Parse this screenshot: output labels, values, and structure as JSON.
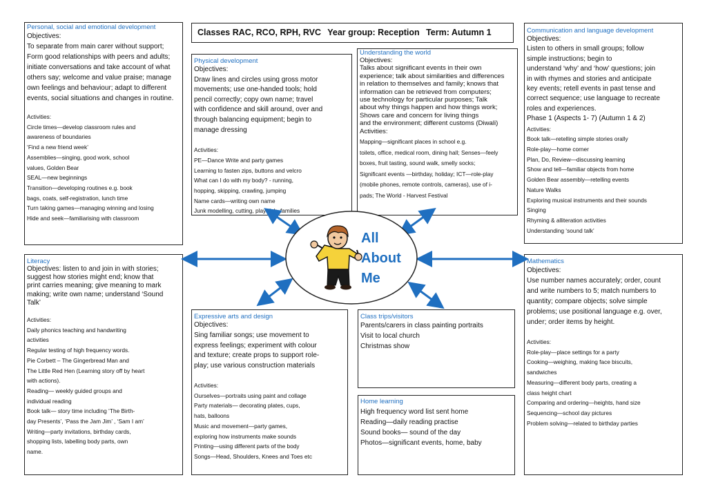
{
  "header": {
    "classes": "Classes RAC, RCO, RPH, RVC",
    "year_group": "Year group: Reception",
    "term": "Term: Autumn 1"
  },
  "center": {
    "title_lines": [
      "All",
      "About",
      "Me"
    ],
    "image": "child-figure-icon"
  },
  "colors": {
    "heading": "#1f6fc0",
    "title_text": "#1f6fc0",
    "arrow": "#1f6fc0",
    "border": "#222222"
  },
  "psed": {
    "heading": "Personal, social and emotional development",
    "objectives_label": "Objectives:",
    "objectives_lines": [
      "To separate from main carer without support;",
      "Form good relationships with peers and adults;",
      "initiate conversations and take account of what",
      "others say; welcome and value praise; manage",
      "own feelings and behaviour; adapt to different",
      "events, social situations and changes in routine."
    ],
    "activities_label": "Activities:",
    "activities_lines": [
      "Circle times—develop classroom rules and",
      "awareness of boundaries",
      "‘Find a new friend week’",
      "Assemblies—singing, good work, school",
      "values, Golden Bear",
      "SEAL—new beginnings",
      "Transition—developing routines e.g. book",
      "bags, coats, self-registration, lunch time",
      "Turn taking games—managing winning and losing",
      " Hide and seek—familiarising with classroom"
    ]
  },
  "physical": {
    "heading": "Physical development",
    "objectives_label": "Objectives:",
    "objectives_lines": [
      "Draw lines and circles using gross motor",
      "movements; use one-handed tools; hold",
      "pencil correctly; copy own name; travel",
      "with confidence and skill around, over and",
      "through balancing equipment; begin to",
      "manage dressing"
    ],
    "activities_label": "Activities:",
    "activities_lines": [
      "PE—Dance Write and party games",
      "Learning to fasten zips, buttons and velcro",
      "What can I do with my body? - running,",
      "hopping, skipping, crawling, jumping",
      "Name cards—writing own name",
      "Junk modelling, cutting, play doh, families"
    ]
  },
  "understanding": {
    "heading": "Understanding the world",
    "objectives_label": "Objectives:",
    "objectives_lines": [
      "Talks about significant events in their own",
      "experience; talk about similarities and differences",
      "in relation to themselves and family; knows that",
      "information can be retrieved from computers;",
      "use technology for particular purposes; Talk",
      "about why things happen and how things work;",
      "Shows care and concern for living things",
      "and the environment; different customs (Diwali)"
    ],
    "activities_label": "Activities:",
    "activities_lines": [
      "Mapping—significant places in school e.g.",
      "toilets, office, medical room, dining hall; Senses—feely",
      "boxes, fruit tasting, sound walk, smelly socks;",
      "Significant events —birthday, holiday; ICT—role-play",
      "(mobile phones, remote controls, cameras), use of i-",
      "pads; The World - Harvest Festival"
    ]
  },
  "communication": {
    "heading": "Communication and language development",
    "objectives_label": "Objectives:",
    "objectives_lines": [
      "Listen to others in small groups; follow",
      "simple instructions; begin to",
      "understand ‘why’ and ‘how’ questions; join",
      "in with rhymes and stories and anticipate",
      "key events; retell events in past tense and",
      "correct sequence; use language to recreate",
      "roles and experiences.",
      "Phase 1 (Aspects 1- 7) (Autumn 1 & 2)"
    ],
    "activities_label": "Activities:",
    "activities_lines": [
      "Book talk—retelling simple stories orally",
      "Role-play—home corner",
      "Plan, Do, Review—discussing learning",
      "Show and tell—familiar objects from home",
      "Golden Bear assembly—retelling events",
      "Nature Walks",
      "Exploring musical instruments and their sounds",
      "Singing",
      "Rhyming & alliteration activities",
      "Understanding ‘sound talk’"
    ]
  },
  "literacy": {
    "heading": "Literacy",
    "objectives_lines": [
      "Objectives: listen to and join in with stories;",
      "suggest how stories might end; know that",
      "print carries meaning; give meaning to mark",
      "making; write own name; understand ‘Sound",
      "Talk’"
    ],
    "activities_label": "Activities:",
    "activities_lines": [
      "Daily phonics teaching and handwriting",
      "activities",
      "Regular testing of high frequency words.",
      "Pie Corbett – The Gingerbread Man and",
      "The Little Red Hen (Learning story off by heart",
      "with actions).",
      "Reading— weekly guided groups and",
      "individual reading",
      "Book talk— story time including ‘The Birth-",
      "day Presents’, ‘Pass the Jam Jim’ , ‘Sam I am’",
      "Writing—party invitations, birthday cards,",
      "shopping lists, labelling body parts, own",
      "name."
    ]
  },
  "expressive": {
    "heading": "Expressive arts and design",
    "objectives_label": "Objectives:",
    "objectives_lines": [
      "Sing familiar songs; use movement to",
      "express feelings; experiment with colour",
      "and texture; create props to support role-",
      "play; use various construction materials"
    ],
    "activities_label": "Activities:",
    "activities_lines": [
      "Ourselves—portraits using paint and collage",
      "Party materials— decorating plates, cups,",
      "hats, balloons",
      "Music and movement—party games,",
      "exploring how instruments make sounds",
      "Printing—using different parts of the body",
      "Songs—Head, Shoulders, Knees and Toes etc"
    ]
  },
  "trips": {
    "heading": "Class trips/visitors",
    "lines": [
      "Parents/carers in class painting portraits",
      "Visit to local church",
      "Christmas show"
    ]
  },
  "home": {
    "heading": "Home learning",
    "lines": [
      "High frequency word list sent home",
      "Reading—daily reading practise",
      "Sound books— sound of the day",
      "Photos—significant events, home, baby"
    ]
  },
  "maths": {
    "heading": "Mathematics",
    "objectives_label": "Objectives:",
    "objectives_lines": [
      "Use number names accurately; order, count",
      "and write numbers to 5; match numbers to",
      "quantity; compare objects; solve simple",
      "problems; use positional language e.g. over,",
      "under; order items by height."
    ],
    "activities_label": "Activities:",
    "activities_lines": [
      "Role-play—place settings for a party",
      "Cooking—weighing, making face biscuits,",
      "sandwiches",
      "Measuring—different body parts, creating a",
      "class height chart",
      "Comparing and ordering—heights, hand size",
      "Sequencing—school day pictures",
      "Problem solving—related to birthday parties"
    ]
  }
}
